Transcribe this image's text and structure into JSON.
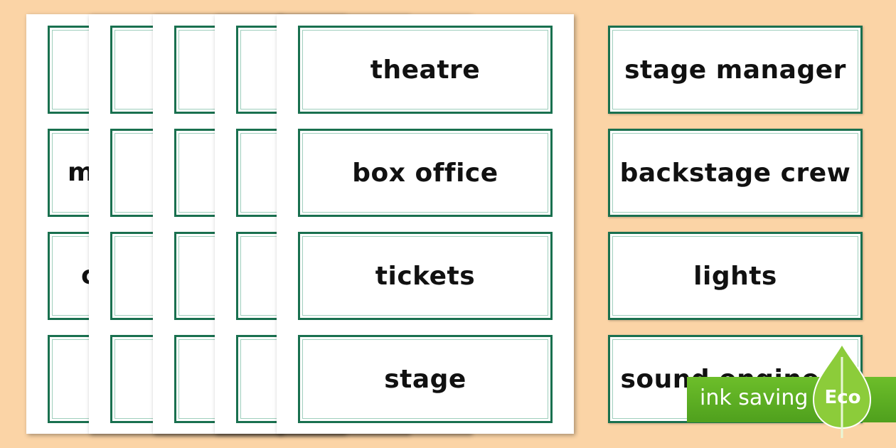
{
  "main_sheet": {
    "cards": [
      {
        "label": "theatre"
      },
      {
        "label": "box office"
      },
      {
        "label": "tickets"
      },
      {
        "label": "stage"
      }
    ]
  },
  "back_sheet": {
    "partial_letters": [
      "m",
      "c"
    ]
  },
  "right_column": {
    "cards": [
      {
        "label": "stage manager"
      },
      {
        "label": "backstage crew"
      },
      {
        "label": "lights"
      },
      {
        "label": "sound engineer"
      }
    ]
  },
  "eco_badge": {
    "text": "ink saving",
    "label": "Eco",
    "icon": "leaf-icon"
  },
  "colors": {
    "background": "#fbd4a6",
    "card_border": "#19704f",
    "eco_green": "#5aae22"
  }
}
